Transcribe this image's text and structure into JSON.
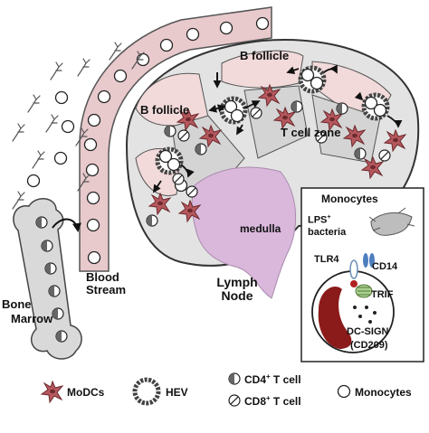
{
  "labels": {
    "b_follicle_left": "B follicle",
    "b_follicle_top": "B follicle",
    "t_cell_zone": "T cell zone",
    "medulla": "medulla",
    "lymph_node": "Lymph Node",
    "blood_stream": "Blood Stream",
    "bone_marrow_line1": "Bone",
    "bone_marrow_line2": "Marrow"
  },
  "inset": {
    "title": "Monocytes",
    "lps_base": "LPS",
    "lps_sup": "+",
    "bacteria": "bacteria",
    "tlr4": "TLR4",
    "cd14": "CD14",
    "trif": "TRIF",
    "dc_sign": "DC-SIGN",
    "cd209": "(CD209)"
  },
  "legend": {
    "modcs": "MoDCs",
    "hev": "HEV",
    "cd4_base": "CD4",
    "cd4_sup": "+",
    "cd4_suffix": " T cell",
    "cd8_base": "CD8",
    "cd8_sup": "+",
    "cd8_suffix": " T cell",
    "monocytes": "Monocytes"
  },
  "colors": {
    "monocyte_red": "#8b1a1a",
    "vessel_pink": "#e8c9cc",
    "node_gray": "#e3e3e3",
    "follicle_pink": "#f2dada",
    "medulla_purple": "#d9b8dc",
    "modc_red": "#b5585d",
    "outline": "#222222"
  }
}
